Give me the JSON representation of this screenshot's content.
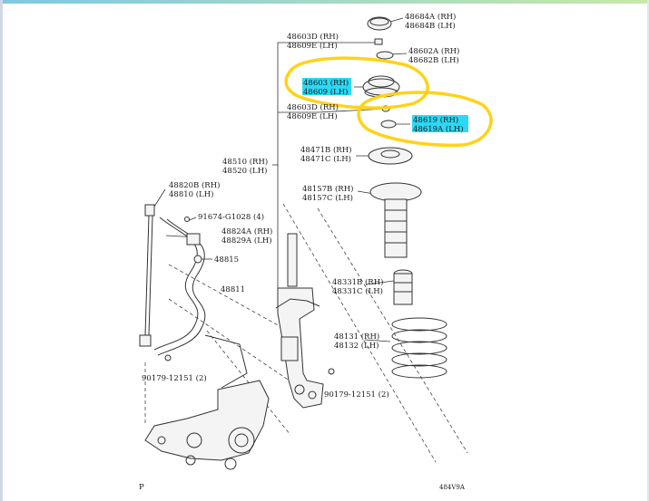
{
  "colors": {
    "highlight_fill": "#2bd9f5",
    "circle_stroke": "#ffd21a",
    "line": "#333333",
    "top_gradient_left": "#7ec8e3",
    "top_gradient_right": "#c7e9a8"
  },
  "labels": {
    "l48684": [
      "48684A (RH)",
      "48684B (LH)"
    ],
    "l48603a": [
      "48603D (RH)",
      "48609E (LH)"
    ],
    "l48682": [
      "48602A (RH)",
      "48682B (LH)"
    ],
    "l48603": [
      "48603 (RH)",
      "48609 (LH)"
    ],
    "l48603b": [
      "48603D (RH)",
      "48609E (LH)"
    ],
    "l48619": [
      "48619 (RH)",
      "48619A (LH)"
    ],
    "l48471": [
      "48471B (RH)",
      "48471C (LH)"
    ],
    "l48510": [
      "48510 (RH)",
      "48520 (LH)"
    ],
    "l48820": [
      "48820B (RH)",
      "48810 (LH)"
    ],
    "l48157": [
      "48157B (RH)",
      "48157C (LH)"
    ],
    "l91674": [
      "91674-G1028 (4)"
    ],
    "l48824": [
      "48824A (RH)",
      "48829A (LH)"
    ],
    "l48815": [
      "48815"
    ],
    "l48811": [
      "48811"
    ],
    "l48331": [
      "48331B (RH)",
      "48331C (LH)"
    ],
    "l48131": [
      "48131 (RH)",
      "48132 (LH)"
    ],
    "l90179a": [
      "90179-12151 (2)"
    ],
    "l90179b": [
      "90179-12151 (2)"
    ]
  },
  "footer": {
    "left_mark": "P",
    "right_code": "484V9A"
  }
}
